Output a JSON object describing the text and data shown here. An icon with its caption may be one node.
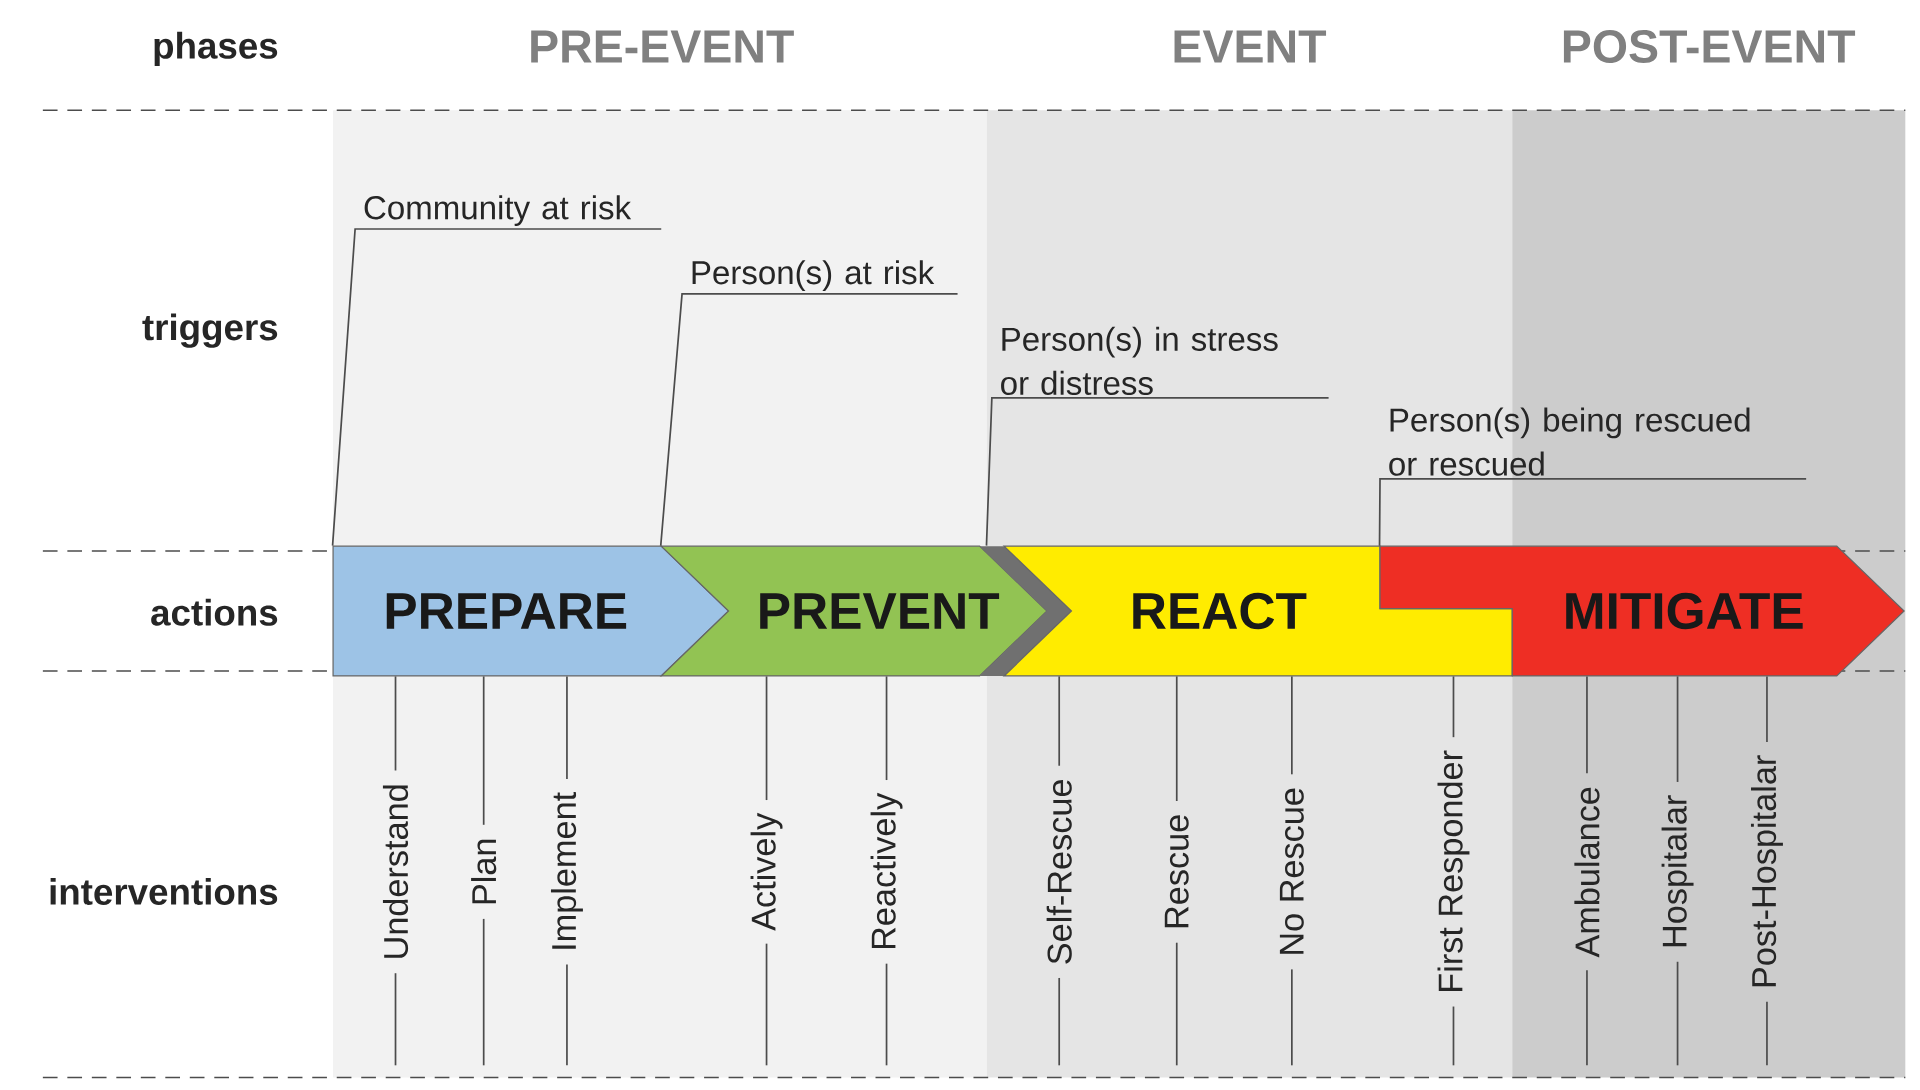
{
  "diagram": {
    "nodes": [
      {
        "text": [
          "Community at risk"
        ]
      },
      {
        "text": [
          "Person(s) at risk"
        ]
      },
      {
        "text": [
          "Person(s) in stress or distress"
        ]
      },
      {
        "text": [
          "Person(s) being rescued or rescued"
        ]
      },
      {
        "text": [
          "PREPARE"
        ]
      },
      {
        "text": [
          "PREVENT"
        ]
      },
      {
        "text": [
          "REACT"
        ]
      },
      {
        "text": [
          "MITIGATE"
        ]
      },
      {
        "text": [
          "Understand"
        ]
      },
      {
        "text": [
          "Plan"
        ]
      },
      {
        "text": [
          "Implement"
        ]
      },
      {
        "text": [
          "Actively"
        ]
      },
      {
        "text": [
          "Reactively"
        ]
      },
      {
        "text": [
          "Self-Rescue"
        ]
      },
      {
        "text": [
          "Rescue"
        ]
      },
      {
        "text": [
          "No Rescue"
        ]
      },
      {
        "text": [
          "First Responder"
        ]
      },
      {
        "text": [
          "Ambulance"
        ]
      },
      {
        "text": [
          "Hospitalar"
        ]
      },
      {
        "text": [
          "Post-Hospitalar"
        ]
      }
    ],
    "edges": [
      {
        "from": 0,
        "to": 4,
        "arrow": "none"
      },
      {
        "from": 1,
        "to": 5,
        "arrow": "none"
      },
      {
        "from": 2,
        "to": 6,
        "arrow": "none"
      },
      {
        "from": 3,
        "to": 7,
        "arrow": "none"
      },
      {
        "from": 4,
        "to": 8,
        "arrow": "none"
      },
      {
        "from": 4,
        "to": 9,
        "arrow": "none"
      },
      {
        "from": 4,
        "to": 10,
        "arrow": "none"
      },
      {
        "from": 5,
        "to": 11,
        "arrow": "none"
      },
      {
        "from": 5,
        "to": 12,
        "arrow": "none"
      },
      {
        "from": 6,
        "to": 13,
        "arrow": "none"
      },
      {
        "from": 6,
        "to": 14,
        "arrow": "none"
      },
      {
        "from": 6,
        "to": 15,
        "arrow": "none"
      },
      {
        "from": 6,
        "to": 16,
        "arrow": "none"
      },
      {
        "from": 7,
        "to": 17,
        "arrow": "none"
      },
      {
        "from": 7,
        "to": 18,
        "arrow": "none"
      },
      {
        "from": 7,
        "to": 19,
        "arrow": "none"
      }
    ],
    "labels": [
      "phases",
      "PRE-EVENT",
      "EVENT",
      "POST-EVENT",
      "triggers",
      "actions",
      "interventions"
    ]
  }
}
